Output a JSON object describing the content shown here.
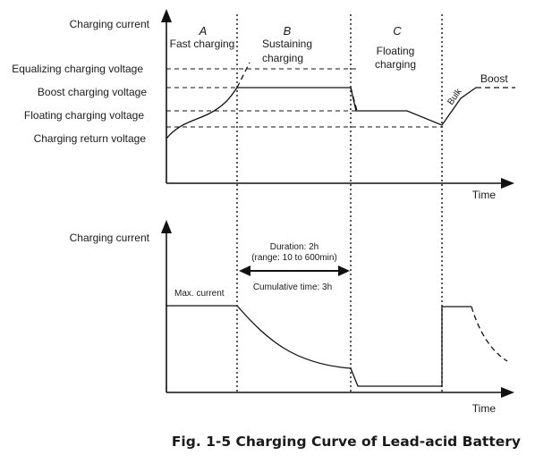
{
  "top_chart": {
    "y_axis_label": "Charging current",
    "x_axis_label": "Time",
    "voltage_levels": [
      "Equalizing charging voltage",
      "Boost charging voltage",
      "Floating charging voltage",
      "Charging return voltage"
    ],
    "phases": [
      {
        "letter": "A",
        "name_lines": [
          "Fast charging"
        ]
      },
      {
        "letter": "B",
        "name_lines": [
          "Sustaining",
          "charging"
        ]
      },
      {
        "letter": "C",
        "name_lines": [
          "Floating",
          "charging"
        ]
      }
    ],
    "bulk_label": "Bulk",
    "boost_label": "Boost"
  },
  "bottom_chart": {
    "y_axis_label": "Charging current",
    "x_axis_label": "Time",
    "max_current_label": "Max. current",
    "duration_label": "Duration: 2h",
    "range_label": "(range: 10 to 600min)",
    "cumulative_label": "Cumulative time: 3h"
  },
  "caption": "Fig. 1-5 Charging Curve of Lead-acid Battery"
}
